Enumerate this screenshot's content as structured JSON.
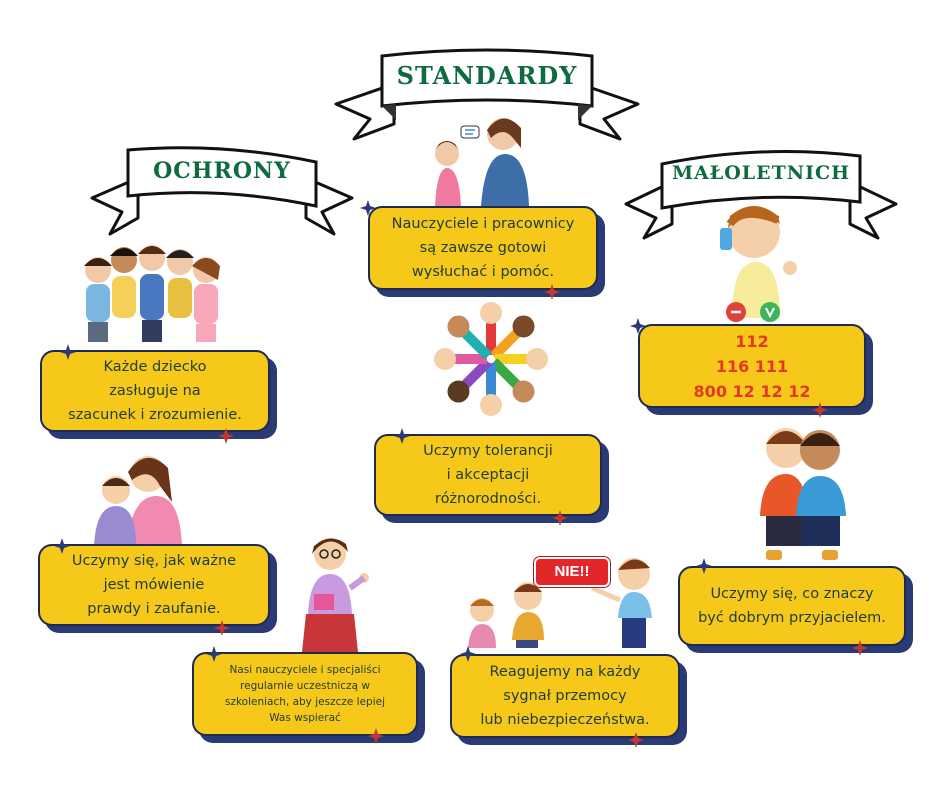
{
  "banners": {
    "standardy": "STANDARDY",
    "ochrony": "OCHRONY",
    "maloletnich": "MAŁOLETNICH"
  },
  "cards": {
    "teachers_ready": [
      "Nauczyciele i pracownicy",
      "są zawsze gotowi",
      "wysłuchać i pomóc."
    ],
    "respect": [
      "Każde dziecko",
      "zasługuje na",
      "szacunek i zrozumienie."
    ],
    "tolerance": [
      "Uczymy tolerancji",
      "i akceptacji",
      "różnorodności."
    ],
    "truth": [
      "Uczymy się, jak ważne",
      "jest mówienie",
      "prawdy i zaufanie."
    ],
    "training": [
      "Nasi nauczyciele i specjaliści",
      "regularnie uczestniczą w",
      "szkoleniach, aby jeszcze lepiej",
      "Was wspierać"
    ],
    "react": [
      "Reagujemy na każdy",
      "sygnał przemocy",
      "lub niebezpieczeństwa."
    ],
    "friend": [
      "Uczymy się, co znaczy",
      "być dobrym przyjacielem."
    ],
    "phones": [
      "112",
      "116 111",
      "800 12 12 12"
    ]
  },
  "nie_bubble": "NIE!!",
  "colors": {
    "card_fill": "#f6c81a",
    "card_shadow": "#2a3a74",
    "banner_text": "#0e6b3e",
    "phone_text": "#e03a22",
    "sparkle": "#2a3a74"
  },
  "illustrations": [
    "teacher-listening-to-girl",
    "group-of-hugging-children",
    "boy-on-phone",
    "circle-of-diverse-children",
    "mother-hugging-child",
    "teacher-with-notebook",
    "bullying-children",
    "hugging-friends"
  ]
}
